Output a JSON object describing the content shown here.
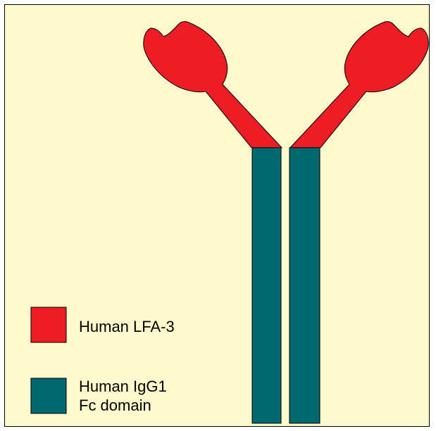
{
  "colors": {
    "background": "#FFF8CC",
    "border": "#000000",
    "lfa3": "#EE1C25",
    "igg1_fc": "#006870"
  },
  "legend": {
    "lfa3_label": "Human LFA-3",
    "igg1_label_line1": "Human IgG1",
    "igg1_label_line2": "Fc domain"
  }
}
